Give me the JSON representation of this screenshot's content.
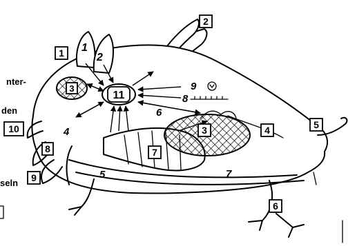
{
  "fragments": {
    "unter": "nter-",
    "den": "den",
    "kapseln": "seln"
  },
  "boxed_labels": {
    "n1": "1",
    "n2": "2",
    "n3_left": "3",
    "n3_right": "3",
    "n4": "4",
    "n5": "5",
    "n6": "6",
    "n7": "7",
    "n8": "8",
    "n9": "9",
    "n10": "10",
    "n11": "11"
  },
  "italic_labels": {
    "i1": "1",
    "i2": "2",
    "i4": "4",
    "i5": "5",
    "i6": "6",
    "i7": "7",
    "i8": "8",
    "i9": "9"
  }
}
